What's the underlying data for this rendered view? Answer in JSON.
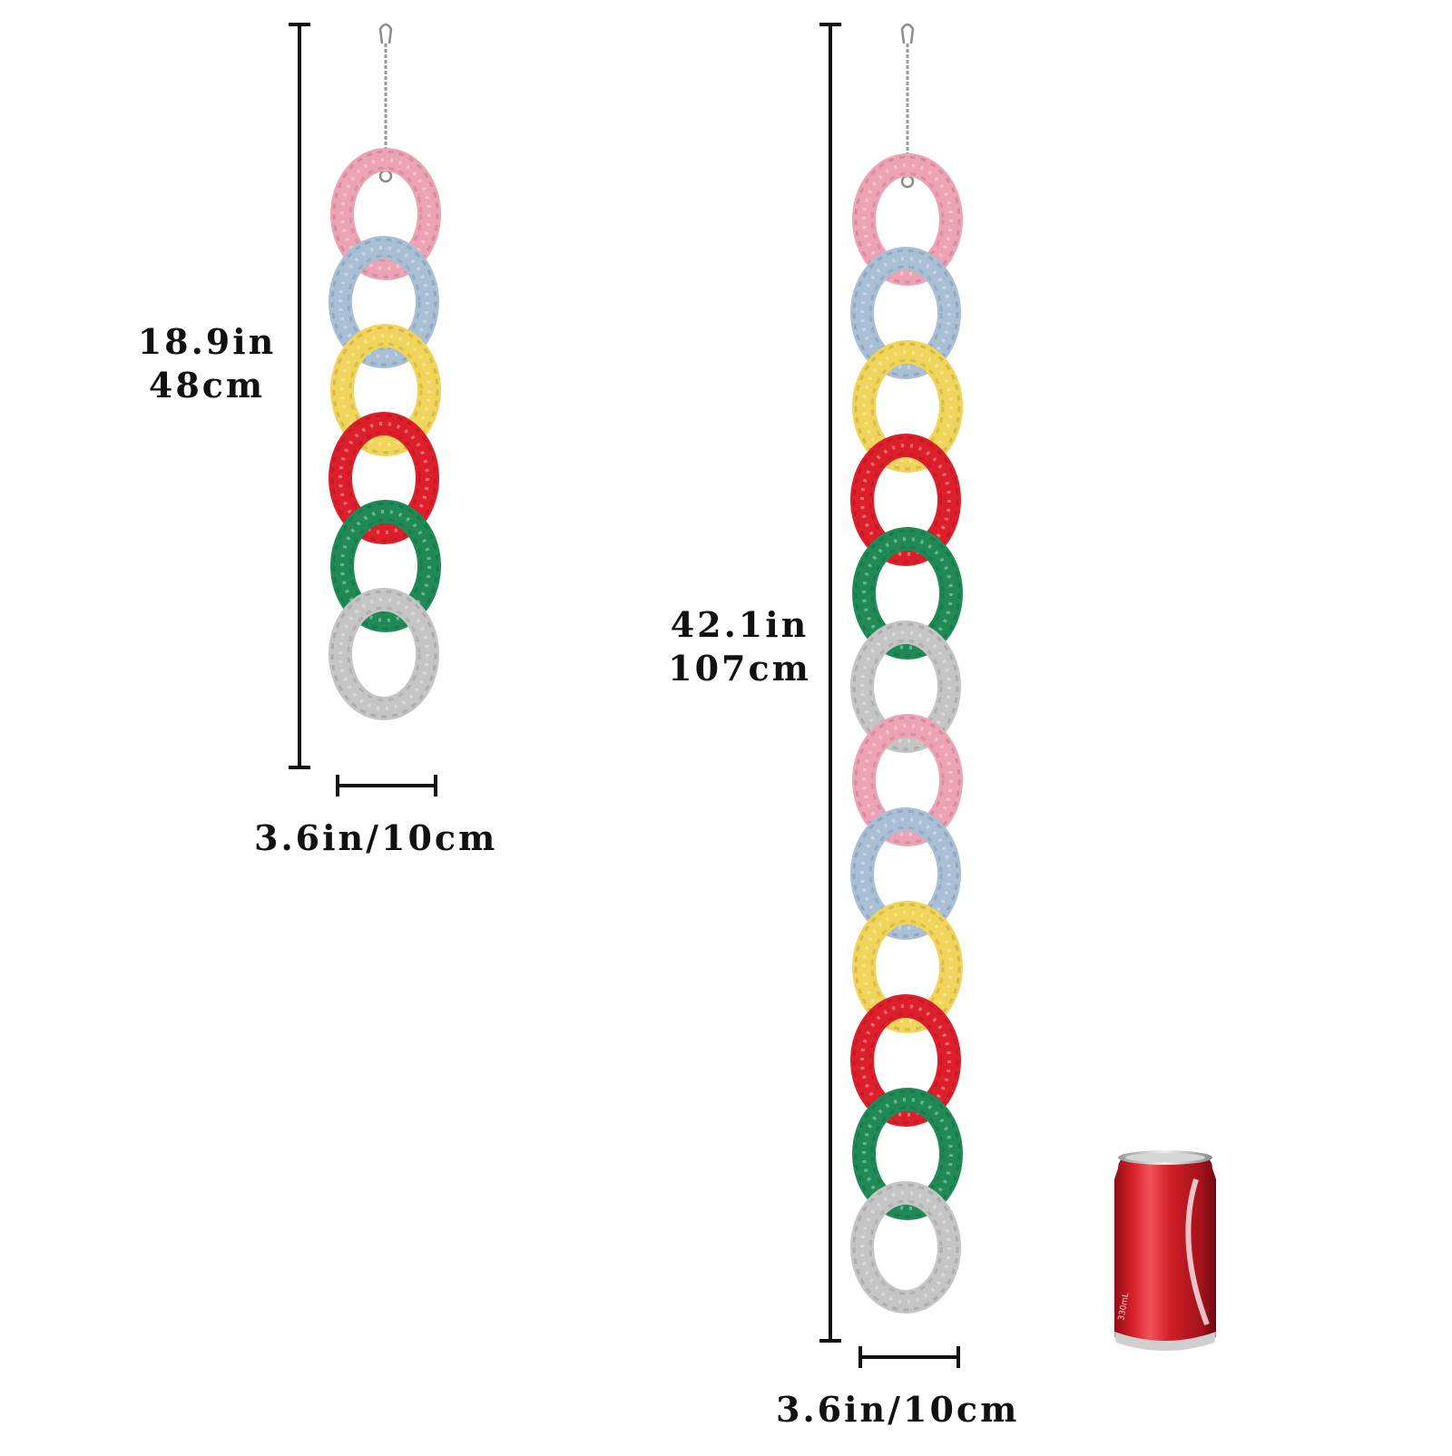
{
  "small_toy": {
    "height_in": "18.9in",
    "height_cm": "48cm",
    "width_label": "3.6in/10cm",
    "rings": [
      "pink",
      "blue",
      "yellow",
      "red",
      "green",
      "gray"
    ]
  },
  "large_toy": {
    "height_in": "42.1in",
    "height_cm": "107cm",
    "width_label": "3.6in/10cm",
    "rings": [
      "pink",
      "blue",
      "yellow",
      "red",
      "green",
      "gray",
      "pink",
      "blue",
      "yellow",
      "red",
      "green",
      "gray"
    ]
  },
  "can": {
    "label": "330mL"
  },
  "colors": {
    "pink": "#eea3b4",
    "blue": "#a9bfd6",
    "yellow": "#f1d45a",
    "red": "#dd1f2c",
    "green": "#1f8a55",
    "gray": "#c5c5c5",
    "can_red": "#d8202a",
    "dimension_line": "#111111"
  }
}
